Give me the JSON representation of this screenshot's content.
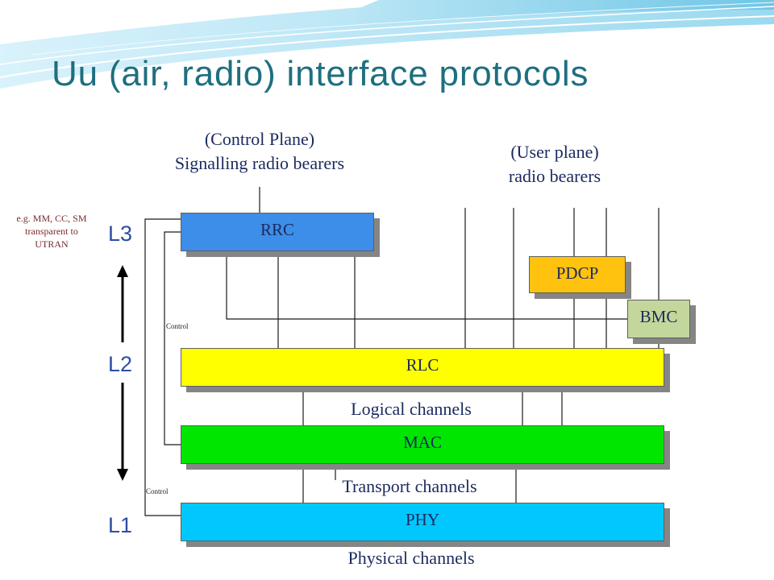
{
  "title": "Uu (air, radio) interface protocols",
  "colors": {
    "title": "#1e6f7f",
    "label": "#1b2a5e",
    "note": "#7a2a2a",
    "layer": "#2d4fa0"
  },
  "planes": {
    "control": {
      "line1": "(Control Plane)",
      "line2": "Signalling radio bearers"
    },
    "user": {
      "line1": "(User plane)",
      "line2": "radio bearers"
    }
  },
  "note": {
    "lines": [
      "e.g. MM, CC, SM",
      "transparent to",
      "UTRAN"
    ]
  },
  "layers": {
    "l3": "L3",
    "l2": "L2",
    "l1": "L1"
  },
  "blocks": {
    "rrc": {
      "label": "RRC",
      "color": "#3d8ee8"
    },
    "pdcp": {
      "label": "PDCP",
      "color": "#ffc20e"
    },
    "bmc": {
      "label": "BMC",
      "color": "#c3d69b"
    },
    "rlc": {
      "label": "RLC",
      "color": "#ffff00"
    },
    "mac": {
      "label": "MAC",
      "color": "#00e600"
    },
    "phy": {
      "label": "PHY",
      "color": "#00c8ff"
    }
  },
  "channels": {
    "logical": "Logical channels",
    "transport": "Transport channels",
    "physical": "Physical channels"
  },
  "control_labels": [
    "Control",
    "Control"
  ]
}
